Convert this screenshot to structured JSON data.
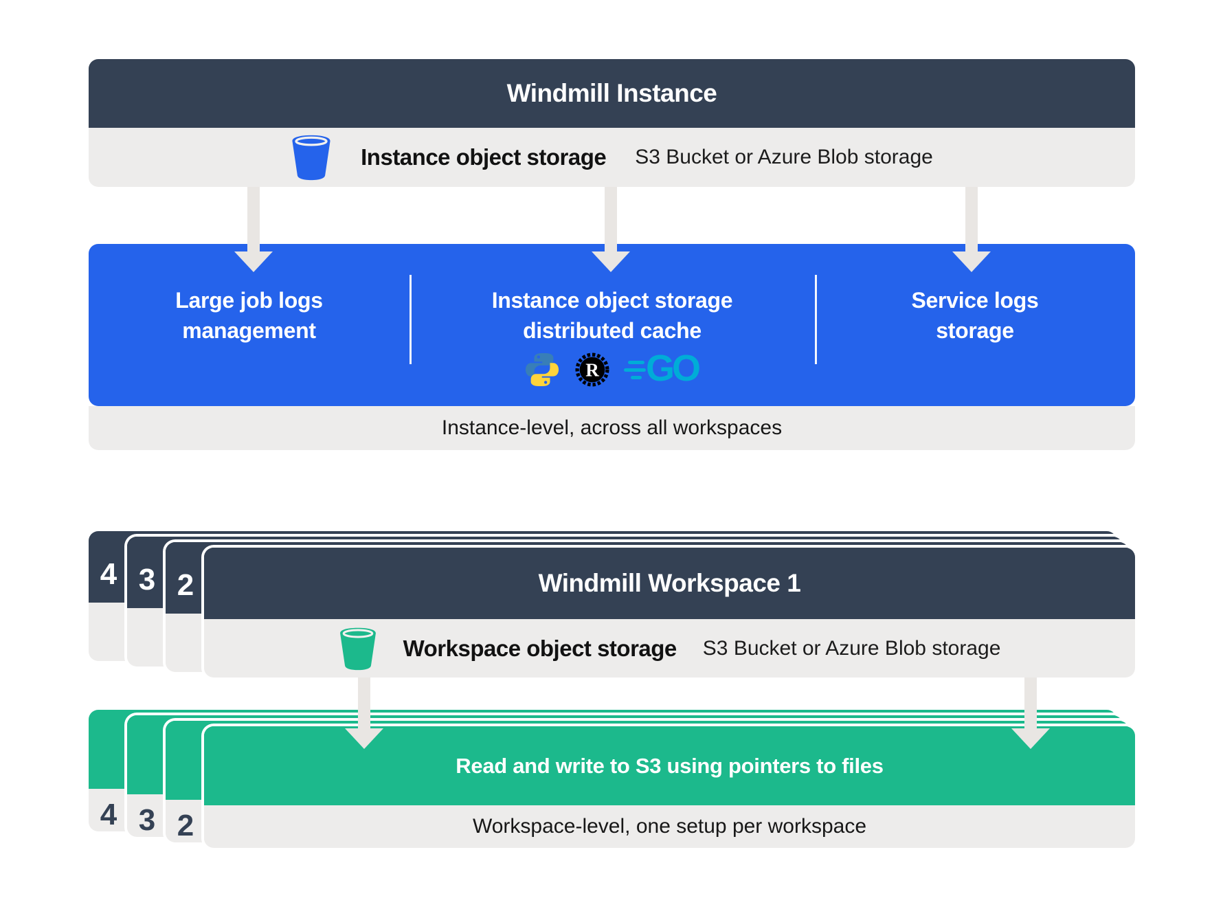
{
  "colors": {
    "slate_header": "#344154",
    "blue_box": "#2563eb",
    "green_box": "#1cb98c",
    "gray_bar": "#edeceb",
    "arrow_gray": "#e9e6e3",
    "python_blue": "#387eb8",
    "python_yellow": "#ffd43b",
    "rust_black": "#000000",
    "go_teal": "#00acd7"
  },
  "instance": {
    "title": "Windmill Instance",
    "storage": {
      "label": "Instance object storage",
      "detail": "S3 Bucket or Azure Blob storage"
    },
    "features": [
      {
        "line1": "Large job logs",
        "line2": "management"
      },
      {
        "line1": "Instance object storage",
        "line2": "distributed cache"
      },
      {
        "line1": "Service logs",
        "line2": "storage"
      }
    ],
    "footer": "Instance-level, across all workspaces"
  },
  "workspace": {
    "stack": [
      "4",
      "3",
      "2"
    ],
    "title": "Windmill Workspace 1",
    "storage": {
      "label": "Workspace object storage",
      "detail": "S3 Bucket or Azure Blob storage"
    },
    "action": "Read and write to S3 using pointers to files",
    "footer": "Workspace-level, one setup per workspace"
  },
  "icons": {
    "go_label": "GO",
    "rust_letter": "R"
  }
}
